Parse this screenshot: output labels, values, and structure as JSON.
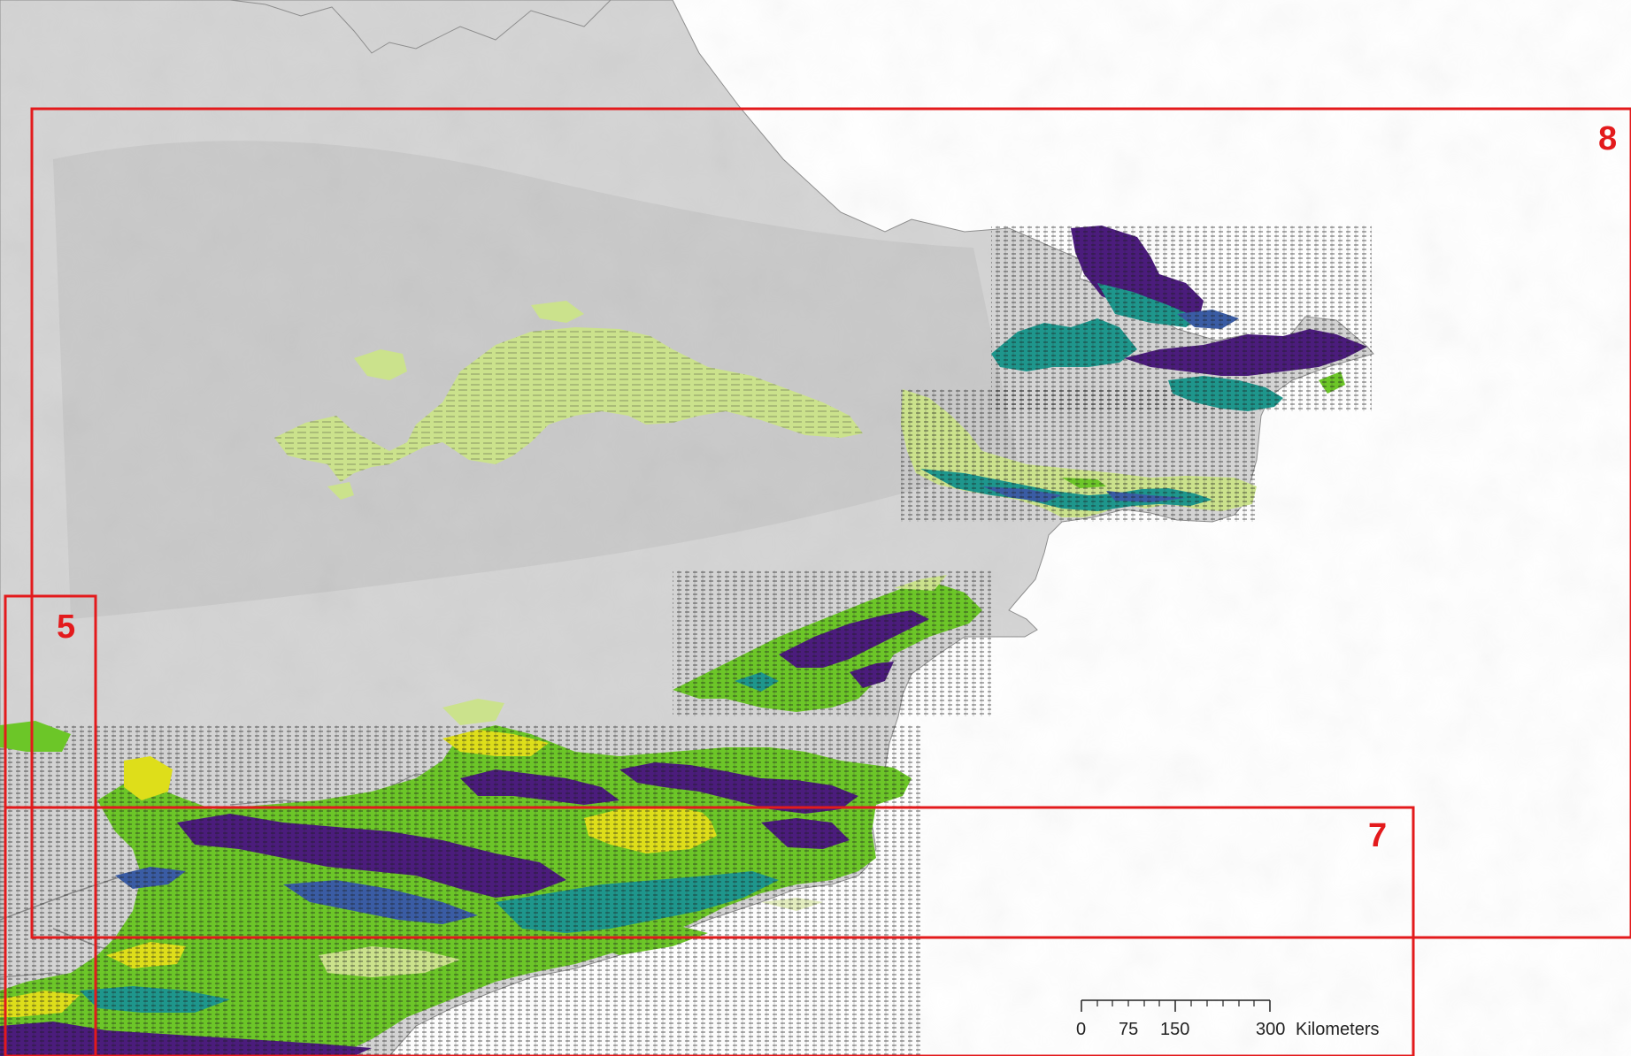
{
  "map": {
    "colors": {
      "ocean": "#ffffff",
      "land": "#d4d4d4",
      "land_shade": "#c4c4c4",
      "coast": "#8c8c8c",
      "frame": "#e31a1c",
      "class_light_yellow_green": "#cbe28c",
      "class_yellow": "#dede1a",
      "class_green": "#6cc628",
      "class_teal": "#1e968c",
      "class_blue": "#3a5ca4",
      "class_purple": "#4b1c7c",
      "class_pale_green": "#e2ecbe"
    },
    "frames": [
      {
        "label": "5"
      },
      {
        "label": "7"
      },
      {
        "label": "8"
      }
    ],
    "scale_bar": {
      "ticks": [
        "0",
        "75",
        "150",
        "300"
      ],
      "unit": "Kilometers"
    }
  }
}
